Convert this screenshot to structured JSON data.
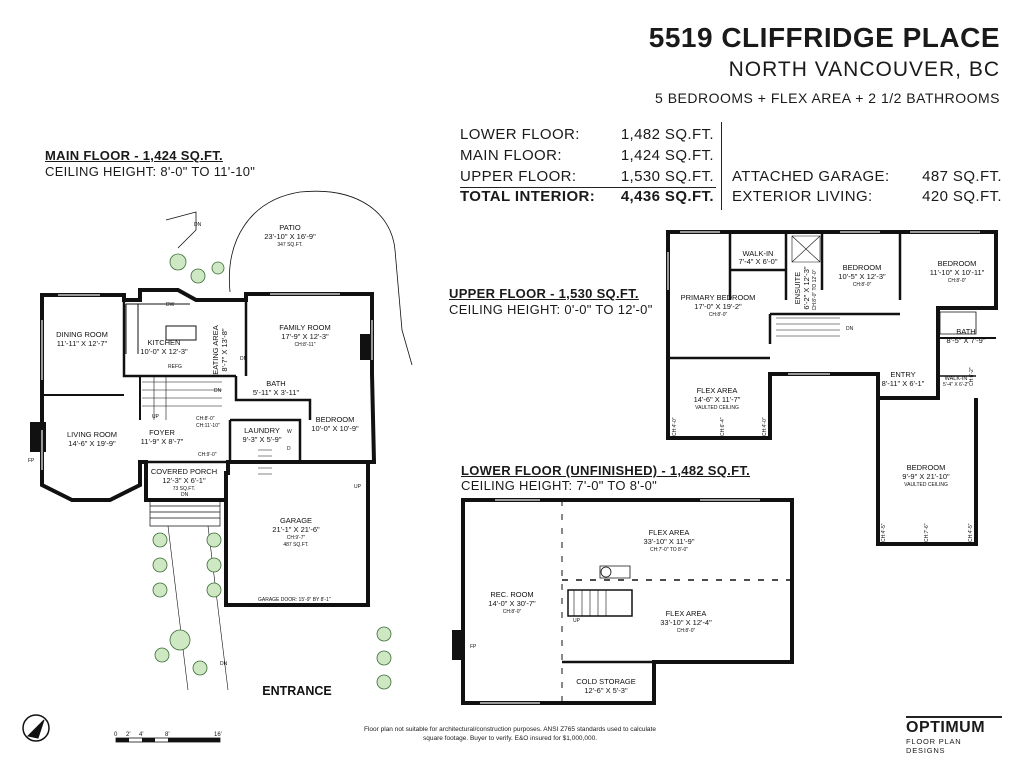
{
  "header": {
    "address": "5519 CLIFFRIDGE PLACE",
    "city": "NORTH VANCOUVER, BC",
    "summary": "5 BEDROOMS + FLEX AREA + 2 1/2 BATHROOMS"
  },
  "areas": {
    "lower": {
      "label": "LOWER FLOOR:",
      "value": "1,482 SQ.FT."
    },
    "main": {
      "label": "MAIN FLOOR:",
      "value": "1,424 SQ.FT."
    },
    "upper": {
      "label": "UPPER FLOOR:",
      "value": "1,530 SQ.FT."
    },
    "total": {
      "label": "TOTAL INTERIOR:",
      "value": "4,436 SQ.FT."
    },
    "garage": {
      "label": "ATTACHED GARAGE:",
      "value": "487 SQ.FT."
    },
    "exterior": {
      "label": "EXTERIOR LIVING:",
      "value": "420 SQ.FT."
    }
  },
  "floors": {
    "main": {
      "title": "MAIN FLOOR - 1,424 SQ.FT.",
      "ceiling": "CEILING HEIGHT: 8'-0\" TO 11'-10\""
    },
    "upper": {
      "title": "UPPER FLOOR - 1,530 SQ.FT.",
      "ceiling": "CEILING HEIGHT: 0'-0\" TO 12'-0\""
    },
    "lower": {
      "title": "LOWER FLOOR (UNFINISHED) - 1,482 SQ.FT.",
      "ceiling": "CEILING HEIGHT: 7'-0\" TO 8'-0\""
    }
  },
  "rooms": {
    "main": [
      {
        "name": "PATIO",
        "dims": "23'-10\" X 16'-9\"",
        "note": "347 SQ.FT."
      },
      {
        "name": "DINING ROOM",
        "dims": "11'-11\" X 12'-7\"",
        "note": ""
      },
      {
        "name": "KITCHEN",
        "dims": "10'-0\" X 12'-3\"",
        "note": ""
      },
      {
        "name": "EATING AREA",
        "dims": "8'-7\" X 13'-8\"",
        "note": ""
      },
      {
        "name": "FAMILY ROOM",
        "dims": "17'-9\" X 12'-3\"",
        "note": "CH:8'-11\""
      },
      {
        "name": "LIVING ROOM",
        "dims": "14'-6\" X 19'-9\"",
        "note": ""
      },
      {
        "name": "FOYER",
        "dims": "11'-9\" X 8'-7\"",
        "note": ""
      },
      {
        "name": "BATH",
        "dims": "5'-11\" X 3'-11\"",
        "note": ""
      },
      {
        "name": "LAUNDRY",
        "dims": "9'-3\" X 5'-9\"",
        "note": ""
      },
      {
        "name": "BEDROOM",
        "dims": "10'-0\" X 10'-9\"",
        "note": ""
      },
      {
        "name": "COVERED PORCH",
        "dims": "12'-3\" X 6'-1\"",
        "note": "73 SQ.FT."
      },
      {
        "name": "GARAGE",
        "dims": "21'-1\" X 21'-6\"",
        "note": "CH:9'-7\"",
        "note2": "487 SQ.FT."
      }
    ],
    "upper": [
      {
        "name": "WALK-IN",
        "dims": "7'-4\" X 6'-0\"",
        "note": ""
      },
      {
        "name": "ENSUITE",
        "dims": "6'-2\" X 12'-3\"",
        "note": "CH:8'-0\" TO 12'-0\""
      },
      {
        "name": "BEDROOM",
        "dims": "10'-5\" X 12'-3\"",
        "note": "CH:8'-0\""
      },
      {
        "name": "BEDROOM",
        "dims": "11'-10\" X 10'-11\"",
        "note": "CH:8'-0\""
      },
      {
        "name": "PRIMARY BEDROOM",
        "dims": "17'-0\" X 19'-2\"",
        "note": "CH:8'-0\""
      },
      {
        "name": "BATH",
        "dims": "8'-5\" X 7'-9\"",
        "note": ""
      },
      {
        "name": "FLEX AREA",
        "dims": "14'-6\" X 11'-7\"",
        "note": "VAULTED CEILING"
      },
      {
        "name": "ENTRY",
        "dims": "8'-11\" X 6'-1\"",
        "note": ""
      },
      {
        "name": "WALK-IN",
        "dims": "5'-4\" X 6'-2\"",
        "note": ""
      },
      {
        "name": "BEDROOM",
        "dims": "9'-9\" X 21'-10\"",
        "note": "VAULTED CEILING"
      }
    ],
    "lower": [
      {
        "name": "FLEX AREA",
        "dims": "33'-10\" X 11'-9\"",
        "note": "CH:7'-0\" TO 8'-0\""
      },
      {
        "name": "REC. ROOM",
        "dims": "14'-0\" X 30'-7\"",
        "note": "CH:8'-0\""
      },
      {
        "name": "FLEX AREA",
        "dims": "33'-10\" X 12'-4\"",
        "note": "CH:8'-0\""
      },
      {
        "name": "COLD STORAGE",
        "dims": "12'-6\" X 5'-3\"",
        "note": ""
      }
    ]
  },
  "marks": {
    "dn": "DN",
    "up": "UP",
    "fp": "FP",
    "refg": "REFG",
    "dw": "DW",
    "w": "W",
    "d": "D",
    "ch8": "CH:8'-0\"",
    "ch1110": "CH:11'-10\"",
    "ch90": "CH:9'-0\"",
    "ch45": "CH:4'-5\"",
    "ch76": "CH:7'-6\"",
    "ch64": "CH:6'-4\"",
    "ch62": "CH:6'-2\"",
    "ch40": "CH:4'-0\"",
    "garage_door": "GARAGE DOOR: 15'-9\" BY 8'-1\""
  },
  "entrance": "ENTRANCE",
  "scale": {
    "t0": "0",
    "t1": "2'",
    "t2": "4'",
    "t3": "8'",
    "t4": "16'"
  },
  "disclaimer": "Floor plan not suitable for architectural/construction purposes. ANSI Z765 standards used to calculate square footage. Buyer to verify. E&O insured for $1,000,000.",
  "brand": {
    "name": "OPTIMUM",
    "tagline": "FLOOR PLAN DESIGNS"
  },
  "compass_icon": "north-arrow-icon"
}
